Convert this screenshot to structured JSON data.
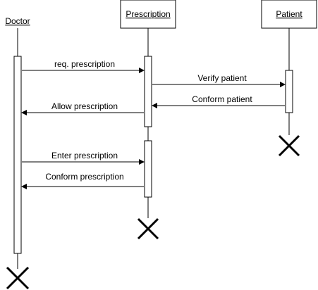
{
  "participants": {
    "doctor": "Doctor",
    "prescription": "Prescription",
    "patient": "Patient"
  },
  "messages": {
    "req_prescription": "req. prescription",
    "verify_patient": "Verify patient",
    "conform_patient": "Conform patient",
    "allow_prescription": "Allow prescription",
    "enter_prescription": "Enter prescription",
    "conform_prescription": "Conform prescription"
  }
}
